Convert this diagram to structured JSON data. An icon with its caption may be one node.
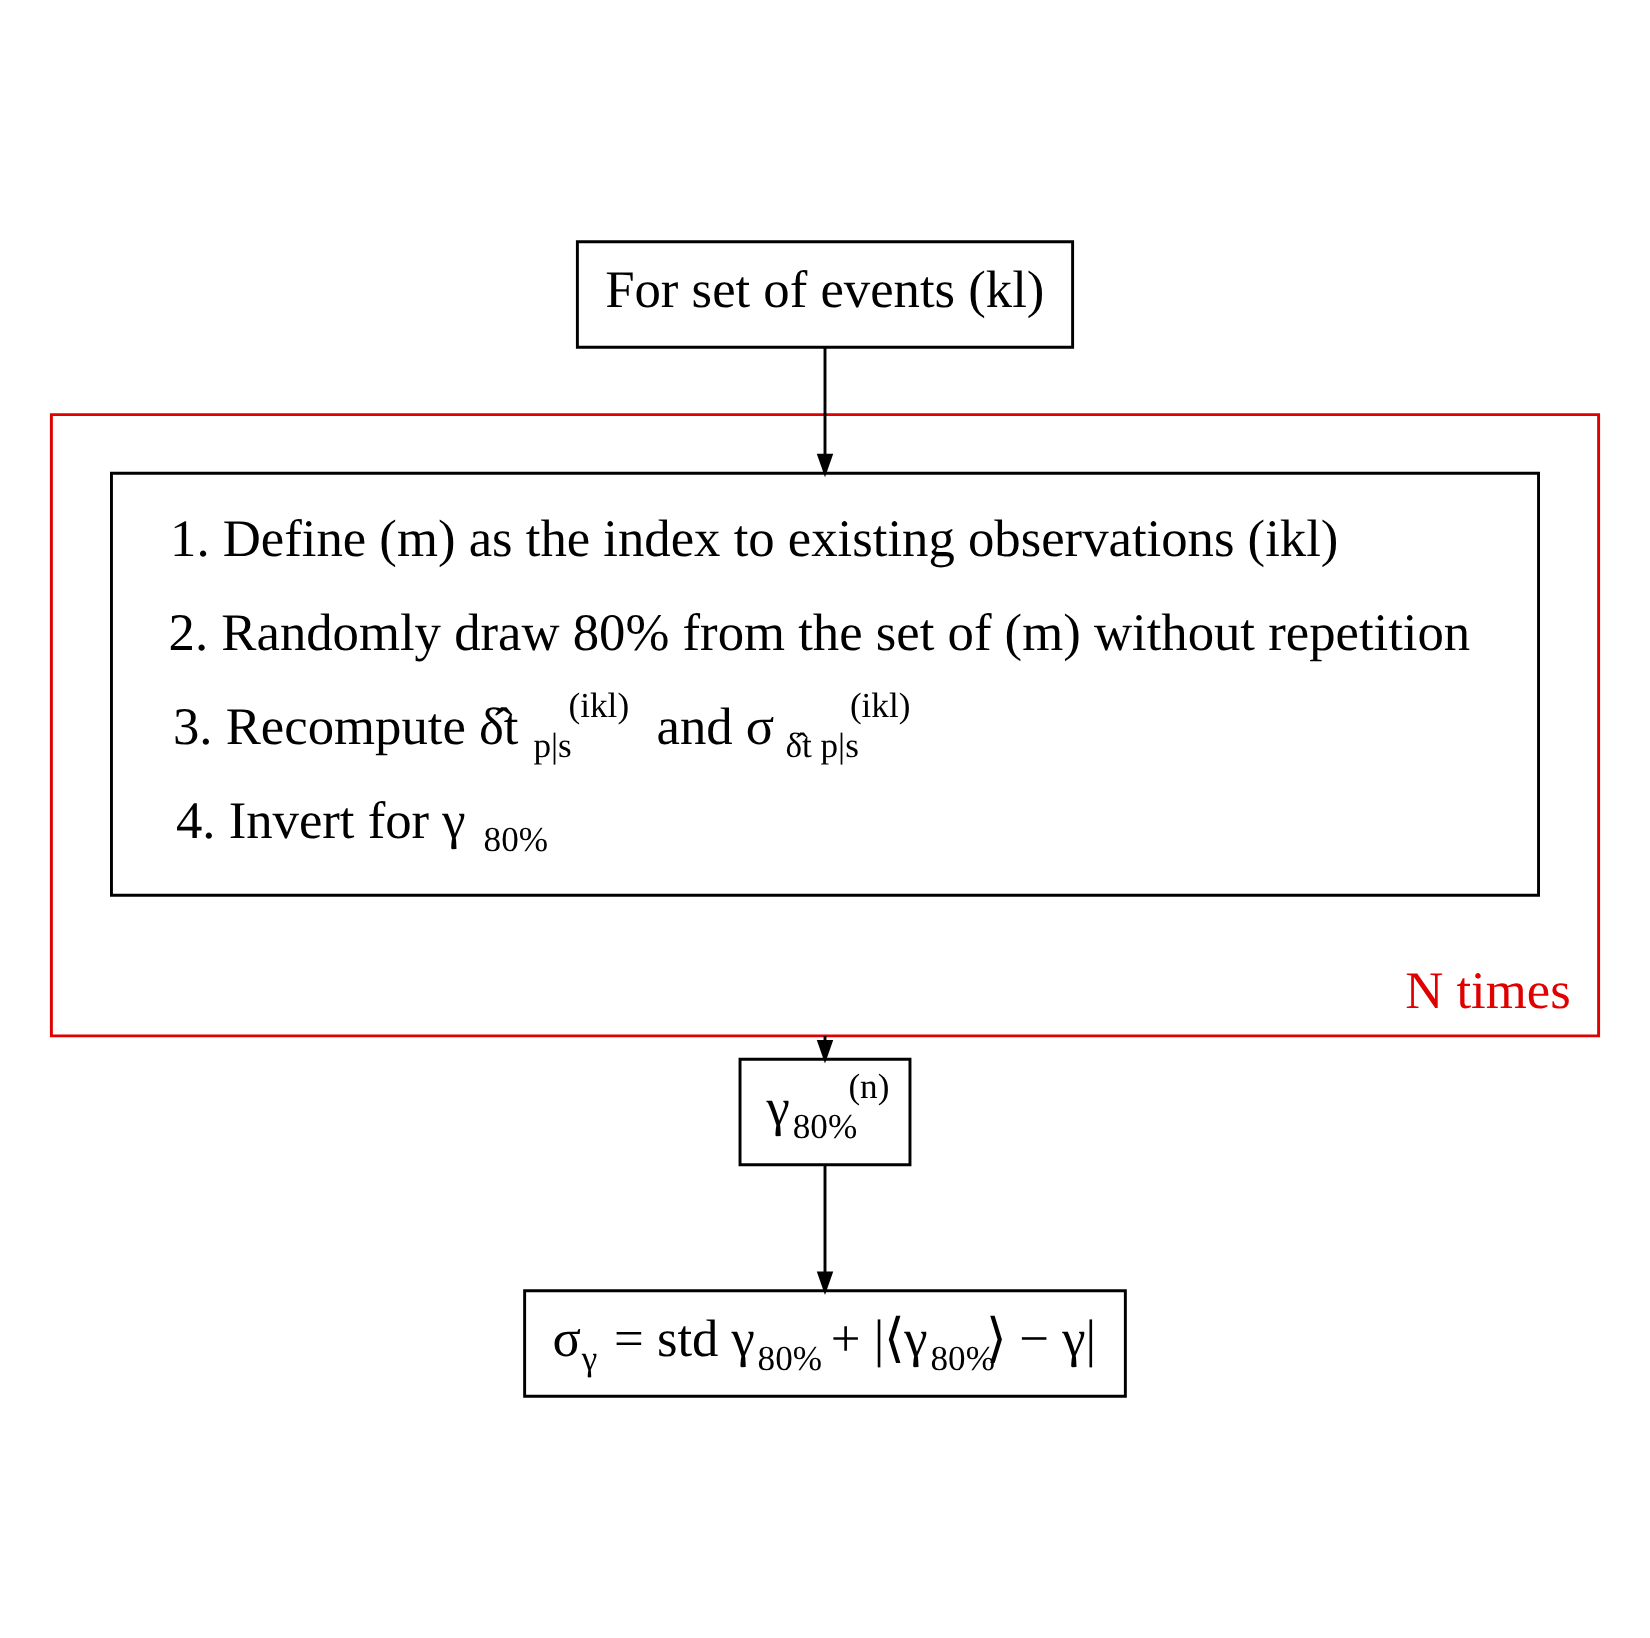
{
  "diagram": {
    "nodes": [
      {
        "text": [
          "For set of events (kl)"
        ]
      },
      {
        "text": [
          "N times"
        ]
      },
      {
        "text": [
          "1. Define (m) as the index to existing observations (ikl)",
          "2. Randomly draw 80% from the set of (m) without repetition",
          "3. Recompute δ̂t$_{p|s}$$^{(ikl)}$ and σ$_{δ̂t p|s}$$^{(ikl)}$",
          "4. Invert for γ$_{80%}$"
        ],
        "in": 1
      },
      {
        "text": [
          "γ$_{80%}$$^{(n)}$"
        ]
      },
      {
        "text": [
          "σ$_{γ}$ = std γ$_{80%}$ + |⟨γ$_{80%}$⟩ − γ|"
        ]
      }
    ],
    "edges": [
      {
        "from": 0,
        "to": 2,
        "arrow": "to"
      },
      {
        "from": 1,
        "to": 3,
        "arrow": "to"
      },
      {
        "from": 3,
        "to": 4,
        "arrow": "to"
      }
    ]
  }
}
